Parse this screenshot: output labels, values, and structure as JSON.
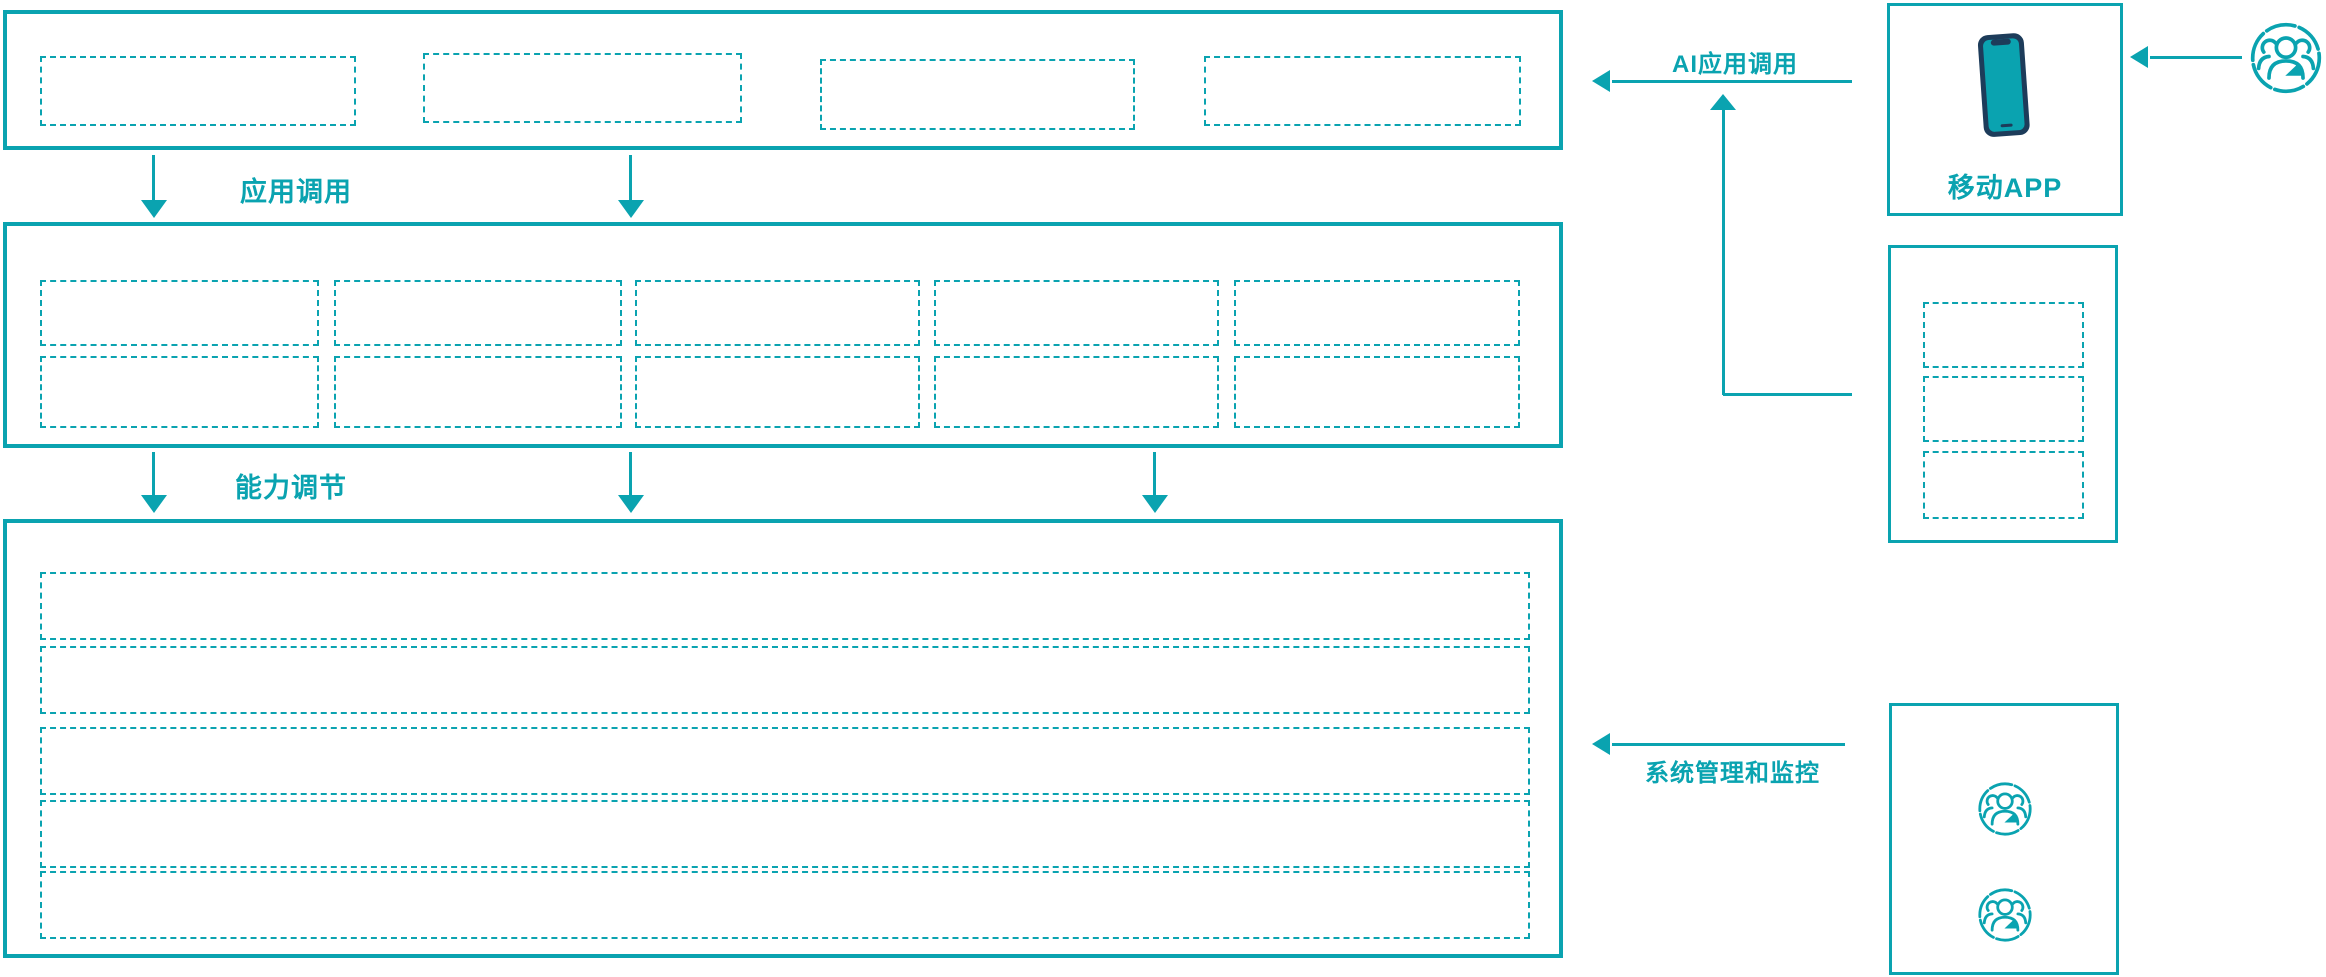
{
  "labels": {
    "app_call": "应用调用",
    "capability_adjust": "能力调节",
    "ai_app_call": "AI应用调用",
    "mobile_app": "移动APP",
    "system_monitor": "系统管理和监控"
  },
  "colors": {
    "accent_teal": "#0aa3b0",
    "phone_navy": "#1d3c5a",
    "background": "#ffffff"
  },
  "icons": {
    "mobile_app": "smartphone-icon",
    "user_group": "users-group-icon"
  },
  "structure": {
    "top_layer_placeholder_boxes": 4,
    "middle_layer_placeholder_boxes": 10,
    "bottom_layer_placeholder_rows": 5,
    "right_middle_box_placeholder_boxes": 3,
    "monitor_box_user_icons": 2
  }
}
